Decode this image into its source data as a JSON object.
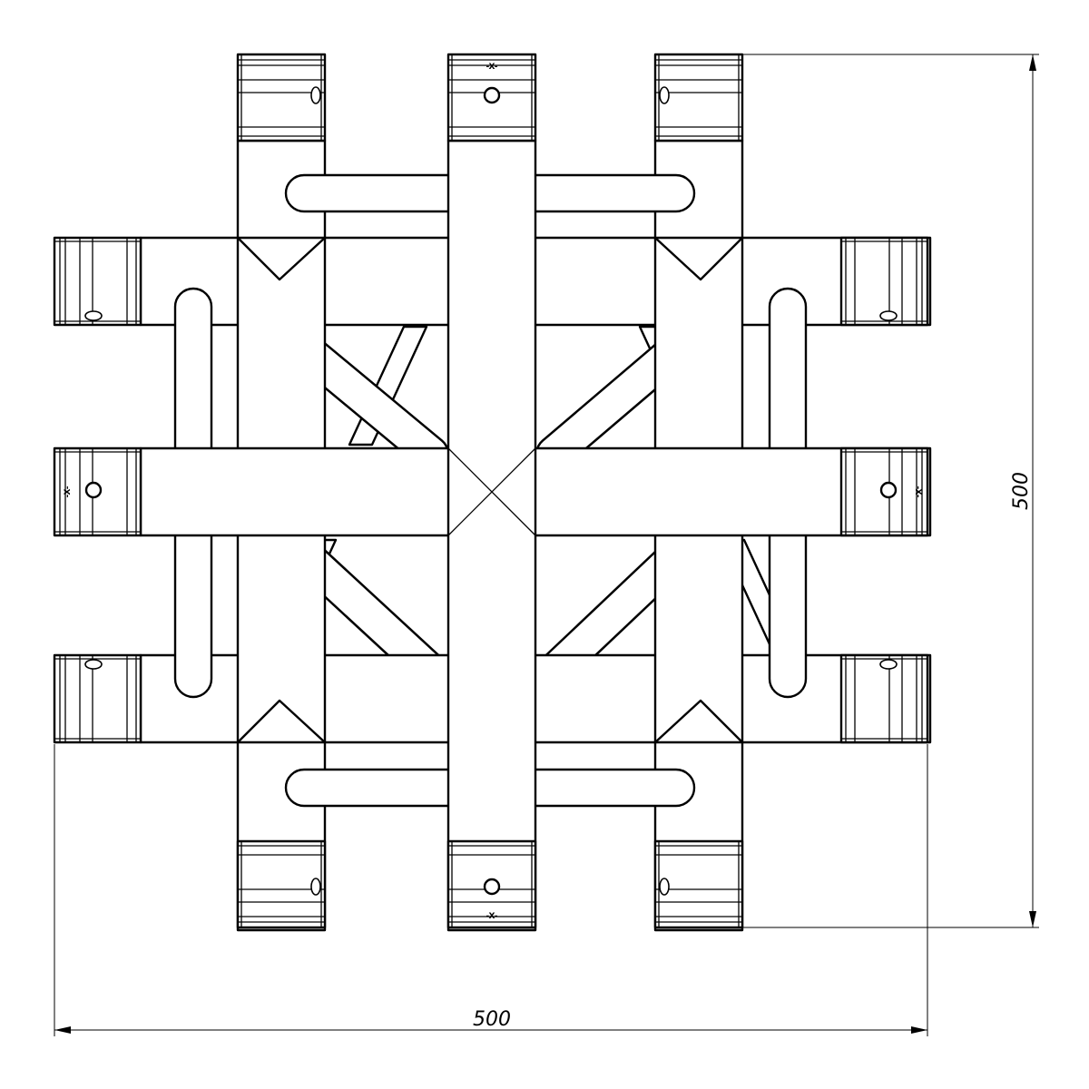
{
  "dimensions": {
    "width_label": "500",
    "height_label": "500"
  },
  "connector_logo": "-X-"
}
